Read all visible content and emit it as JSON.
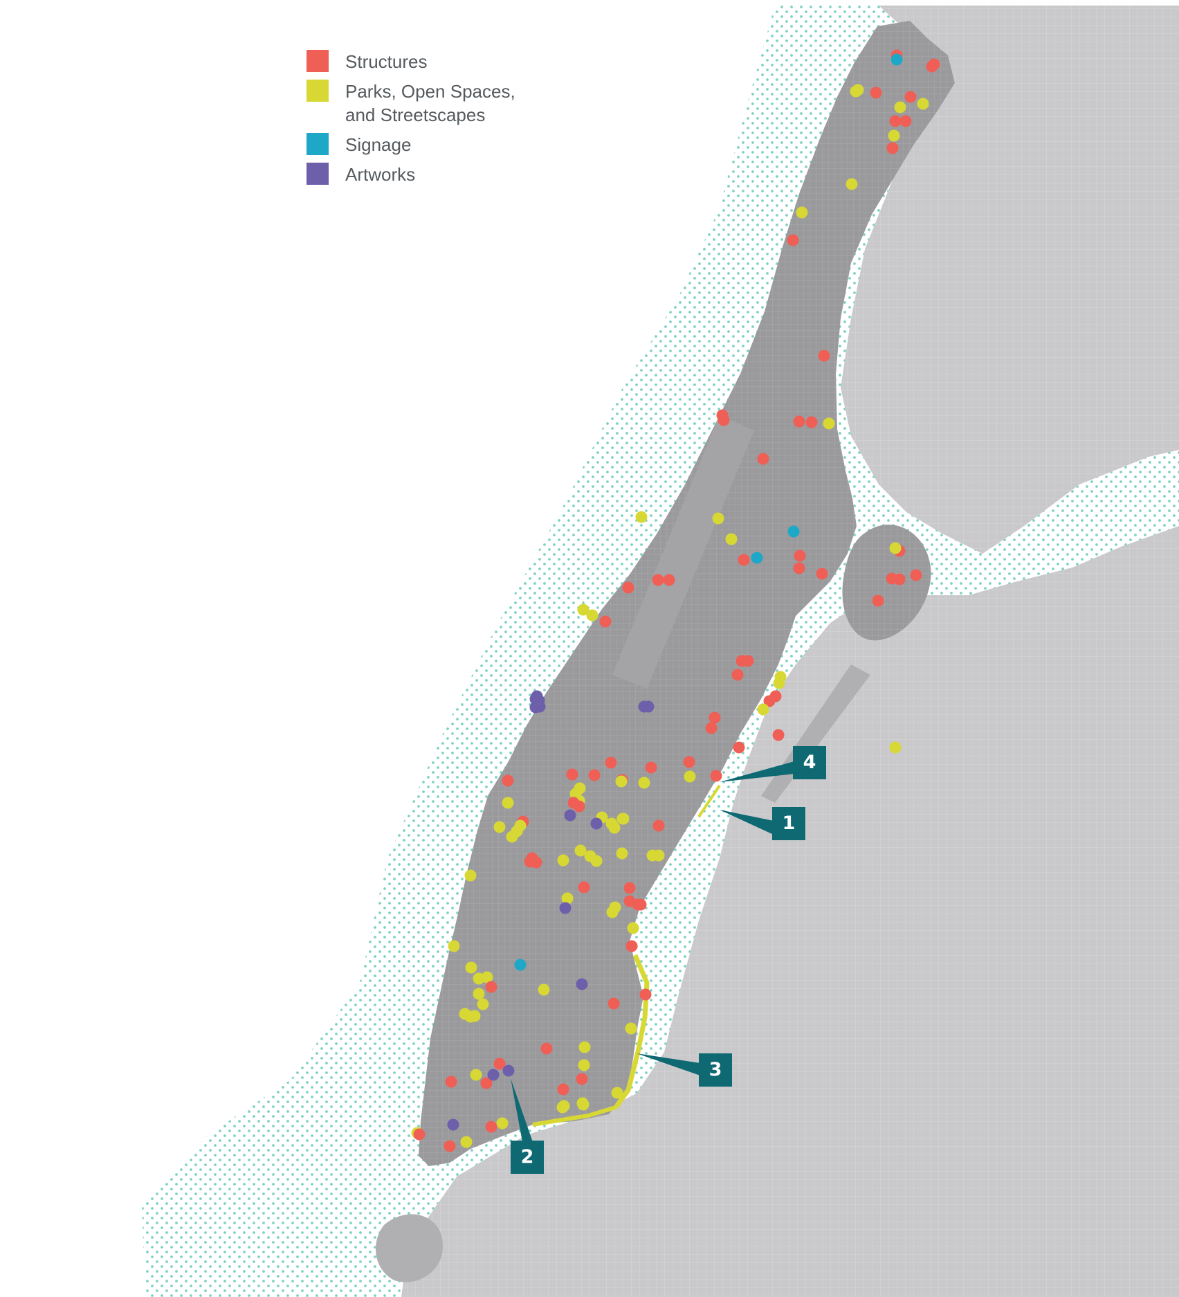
{
  "colors": {
    "structures": "#ef5f55",
    "parks": "#d8d835",
    "signage": "#1ea8c8",
    "artworks": "#6e5fab",
    "callout": "#0e6973",
    "water_dots": "#7fd1c4",
    "manhattan": "#9a9a9d",
    "surrounding_land": "#c9c9cb"
  },
  "legend": [
    {
      "key": "structures",
      "label": "Structures"
    },
    {
      "key": "parks",
      "label": "Parks, Open Spaces,\nand Streetscapes"
    },
    {
      "key": "signage",
      "label": "Signage"
    },
    {
      "key": "artworks",
      "label": "Artworks"
    }
  ],
  "callouts": [
    {
      "label": "4"
    },
    {
      "label": "1"
    },
    {
      "label": "3"
    },
    {
      "label": "2"
    }
  ]
}
